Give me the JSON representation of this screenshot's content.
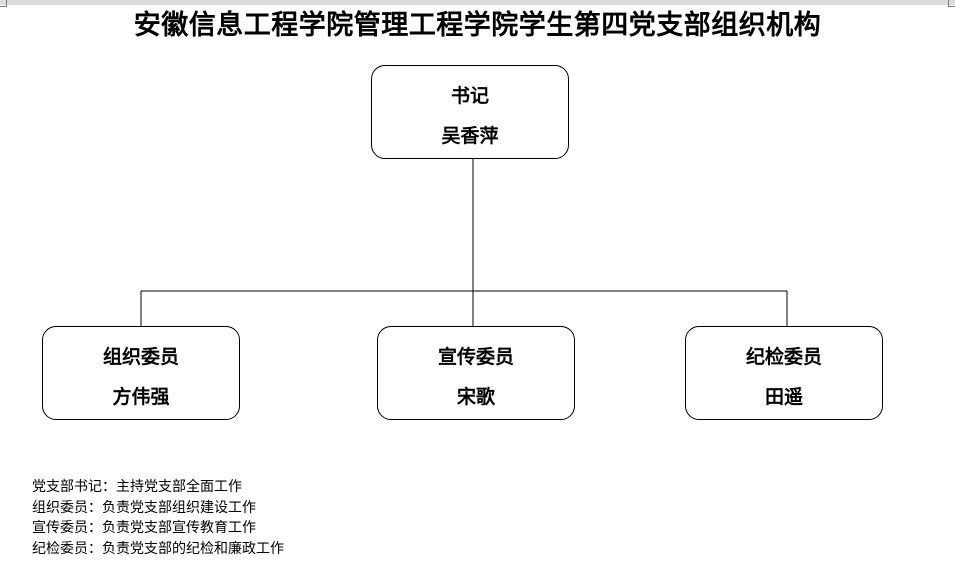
{
  "title": "安徽信息工程学院管理工程学院学生第四党支部组织机构",
  "nodes": {
    "secretary": {
      "role": "书记",
      "name": "吴香萍"
    },
    "organization": {
      "role": "组织委员",
      "name": "方伟强"
    },
    "propaganda": {
      "role": "宣传委员",
      "name": "宋歌"
    },
    "discipline": {
      "role": "纪检委员",
      "name": "田遥"
    }
  },
  "notes": [
    "党支部书记：主持党支部全面工作",
    "组织委员：负责党支部组织建设工作",
    "宣传委员：负责党支部宣传教育工作",
    "纪检委员：负责党支部的纪检和廉政工作"
  ]
}
